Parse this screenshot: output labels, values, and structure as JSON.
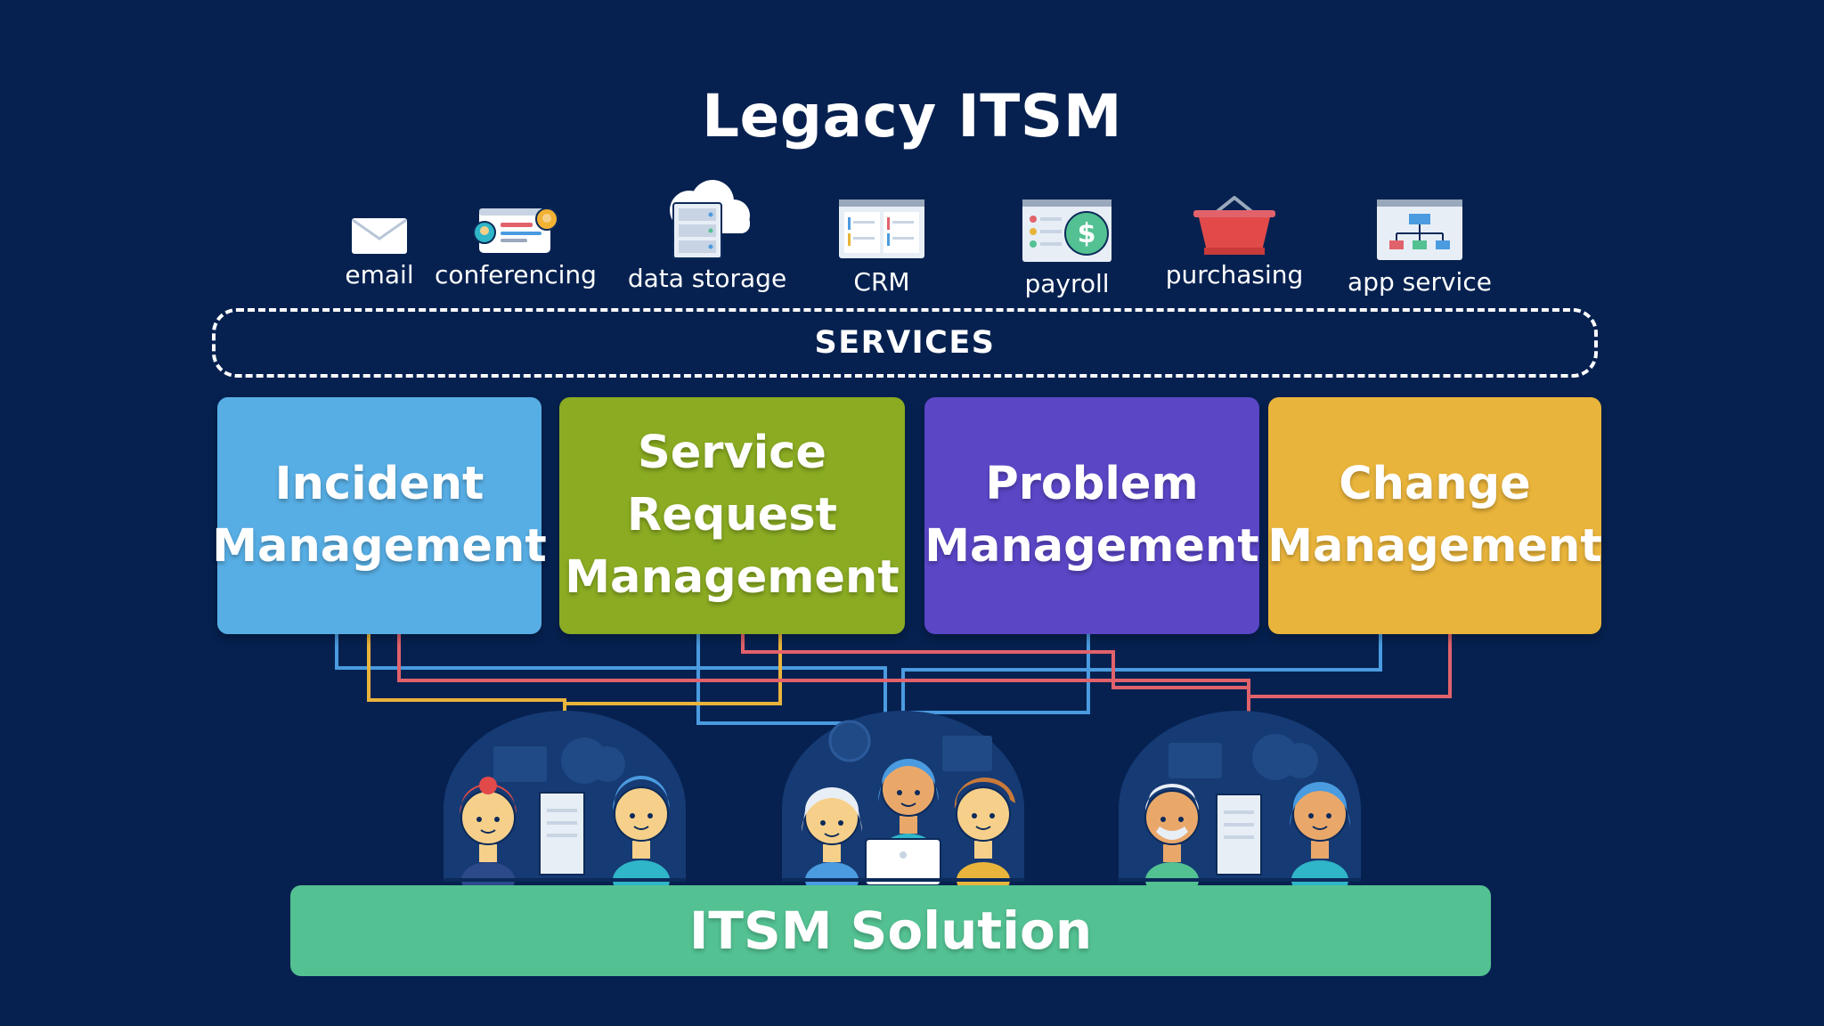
{
  "title": "Legacy ITSM",
  "services": {
    "items": [
      {
        "label": "email",
        "icon": "envelope-icon"
      },
      {
        "label": "conferencing",
        "icon": "video-conference-icon"
      },
      {
        "label": "data storage",
        "icon": "cloud-server-icon"
      },
      {
        "label": "CRM",
        "icon": "crm-window-icon"
      },
      {
        "label": "payroll",
        "icon": "dollar-window-icon"
      },
      {
        "label": "purchasing",
        "icon": "basket-icon"
      },
      {
        "label": "app service",
        "icon": "flowchart-window-icon"
      }
    ],
    "group_label": "SERVICES"
  },
  "processes": [
    {
      "label": "Incident\nManagement",
      "color": "#57aee4"
    },
    {
      "label": "Service\nRequest\nManagement",
      "color": "#8aab22"
    },
    {
      "label": "Problem\nManagement",
      "color": "#5b46c6"
    },
    {
      "label": "Change\nManagement",
      "color": "#e9b43b"
    }
  ],
  "connector_colors": {
    "blue": "#4a9be0",
    "yellow": "#e9b43b",
    "red": "#e2626b"
  },
  "teams": [
    {
      "name": "team-left",
      "members": 2
    },
    {
      "name": "team-center",
      "members": 3
    },
    {
      "name": "team-right",
      "members": 2
    }
  ],
  "solution": {
    "label": "ITSM Solution",
    "color": "#53c192"
  }
}
